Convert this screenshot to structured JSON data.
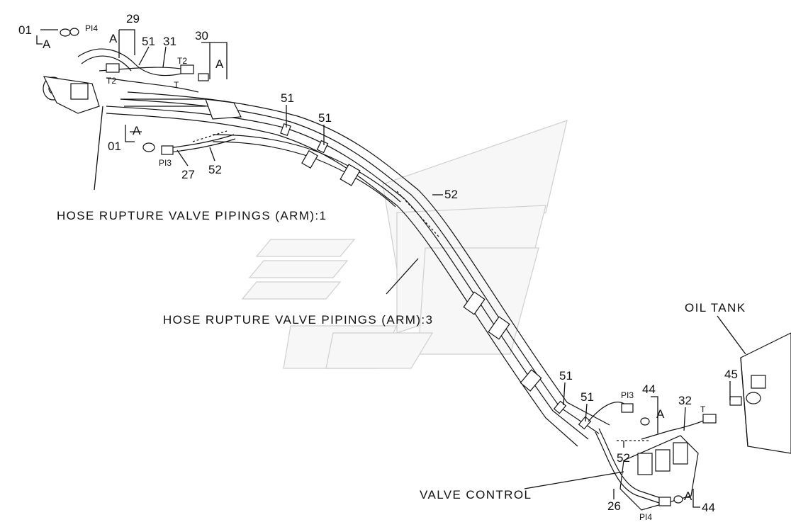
{
  "labels": {
    "arm1": "HOSE RUPTURE VALVE PIPINGS (ARM):1",
    "arm3": "HOSE RUPTURE VALVE PIPINGS (ARM):3",
    "oil_tank": "OIL TANK",
    "valve_control": "VALVE CONTROL"
  },
  "parts": {
    "p01a": "01",
    "p01b": "01",
    "p29": "29",
    "p30": "30",
    "p31": "31",
    "p51a": "51",
    "p51b": "51",
    "p51c": "51",
    "p51d": "51",
    "p51e": "51",
    "p52a": "52",
    "p52b": "52",
    "p52c": "52",
    "p27": "27",
    "p26": "26",
    "p44a": "44",
    "p44b": "44",
    "p32": "32",
    "p45": "45"
  },
  "tags": {
    "a1": "A",
    "a2": "A",
    "a3": "A",
    "a4": "A",
    "a5": "A",
    "a6": "A",
    "pi4a": "PI4",
    "pi3a": "PI3",
    "pi3b": "PI3",
    "pi4b": "PI4",
    "t2a": "T2",
    "t2b": "T2",
    "ta": "T",
    "tb": "T"
  }
}
